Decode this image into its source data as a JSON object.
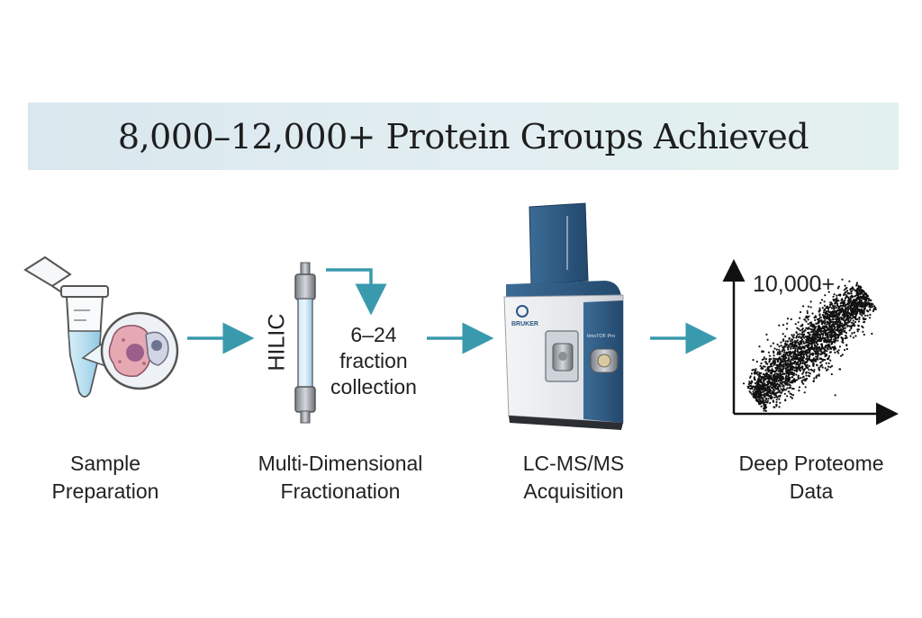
{
  "banner": {
    "title": "8,000–12,000+ Protein Groups Achieved"
  },
  "steps": [
    {
      "line1": "Sample",
      "line2": "Preparation"
    },
    {
      "line1": "Multi-Dimensional",
      "line2": "Fractionation"
    },
    {
      "line1": "LC-MS/MS",
      "line2": "Acquisition"
    },
    {
      "line1": "Deep Proteome",
      "line2": "Data"
    }
  ],
  "hilic": {
    "column_label": "HILIC",
    "fraction_line1": "6–24",
    "fraction_line2": "fraction",
    "fraction_line3": "collection"
  },
  "instrument": {
    "brand_text": "BRUKER",
    "model_text": "timsTOF Pro"
  },
  "scatter": {
    "count_label": "10,000+"
  },
  "colors": {
    "arrow": "#3a9aad",
    "instrument_blue": "#2f5d86",
    "banner_left": "#d9e7ee",
    "banner_right": "#e3f1ee"
  }
}
